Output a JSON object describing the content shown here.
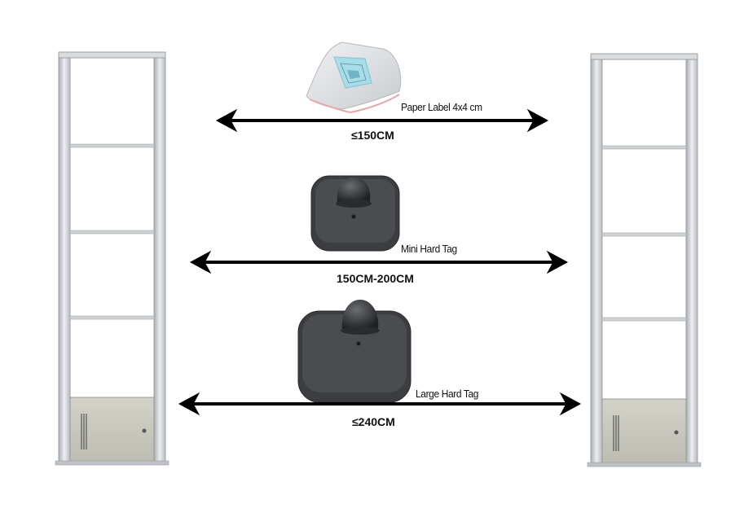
{
  "colors": {
    "frame": "#d4d6d8",
    "frame_edge": "#9da1a5",
    "housing": "#c8c7bd",
    "tag_dark": "#3b3d40",
    "arrow": "#000000"
  },
  "labels": {
    "paper_label": "Paper Label 4x4 cm",
    "mini_hard_tag": "Mini Hard Tag",
    "large_hard_tag": "Large Hard Tag"
  },
  "ranges": {
    "paper": "≤150CM",
    "mini": "150CM-200CM",
    "large": "≤240CM"
  }
}
